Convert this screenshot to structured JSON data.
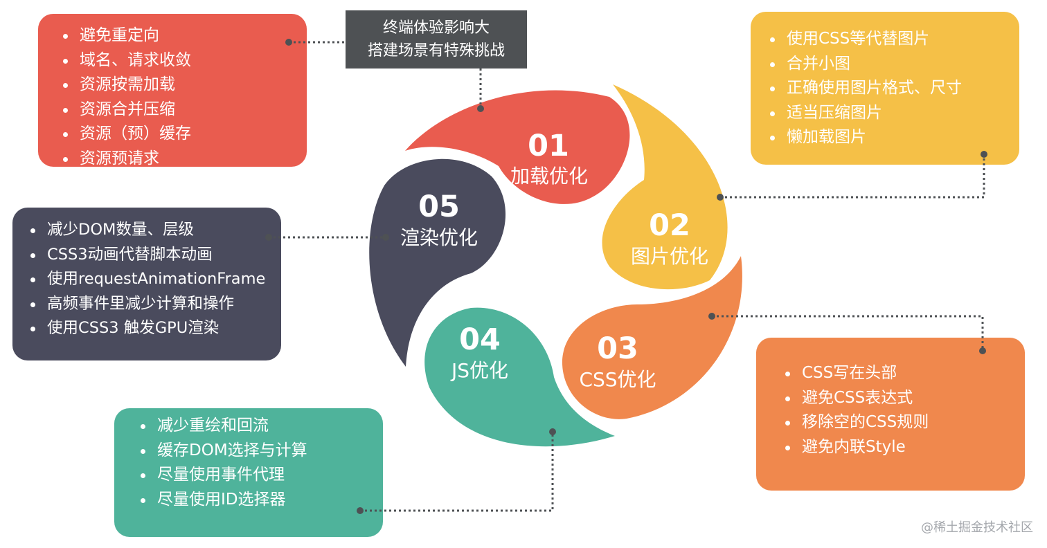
{
  "header": {
    "line1": "终端体验影响大",
    "line2": "搭建场景有特殊挑战"
  },
  "petals": [
    {
      "num": "01",
      "label": "加载优化",
      "color": "#e95c4f"
    },
    {
      "num": "02",
      "label": "图片优化",
      "color": "#f5c047"
    },
    {
      "num": "03",
      "label": "CSS优化",
      "color": "#f0884d"
    },
    {
      "num": "04",
      "label": "JS优化",
      "color": "#4fb39b"
    },
    {
      "num": "05",
      "label": "渲染优化",
      "color": "#4a4b5d"
    }
  ],
  "boxes": {
    "loading": [
      "避免重定向",
      "域名、请求收敛",
      "资源按需加载",
      "资源合并压缩",
      "资源（预）缓存",
      "资源预请求"
    ],
    "image": [
      "使用CSS等代替图片",
      "合并小图",
      "正确使用图片格式、尺寸",
      "适当压缩图片",
      "懒加载图片"
    ],
    "css": [
      "CSS写在头部",
      "避免CSS表达式",
      "移除空的CSS规则",
      "避免内联Style"
    ],
    "js": [
      "减少重绘和回流",
      "缓存DOM选择与计算",
      "尽量使用事件代理",
      "尽量使用ID选择器"
    ],
    "render": [
      "减少DOM数量、层级",
      "CSS3动画代替脚本动画",
      "使用requestAnimationFrame",
      "高频事件里减少计算和操作",
      "使用CSS3 触发GPU渲染"
    ]
  },
  "watermark": "@稀土掘金技术社区"
}
